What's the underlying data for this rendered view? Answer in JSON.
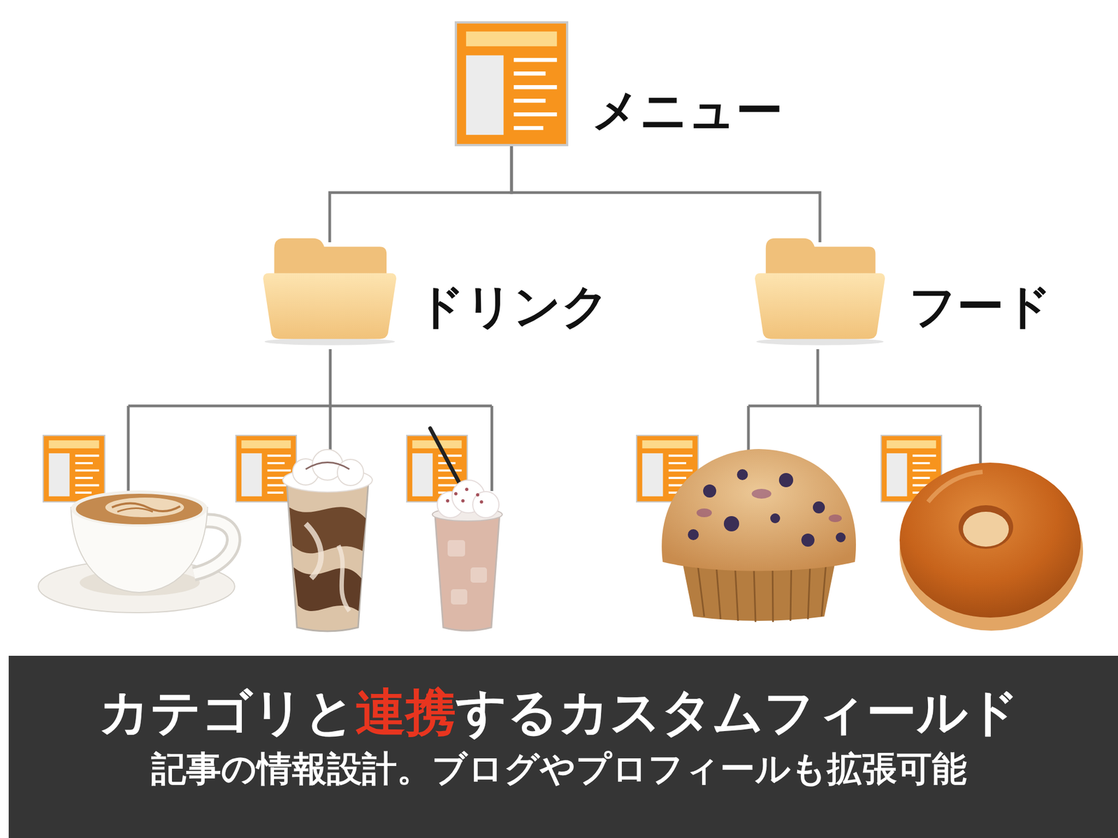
{
  "diagram": {
    "title": "カテゴリと連携するカスタムフィールド",
    "caption": "記事の情報設計。ブログやプロフィールも拡張可能",
    "nodes": [
      {
        "text": [
          "メニュー"
        ]
      },
      {
        "text": [
          "ドリンク"
        ]
      },
      {
        "text": [
          "フード"
        ]
      }
    ],
    "edges": [
      {
        "from": 0,
        "to": 1,
        "arrow": "none"
      },
      {
        "from": 0,
        "to": 2,
        "arrow": "none"
      }
    ]
  }
}
